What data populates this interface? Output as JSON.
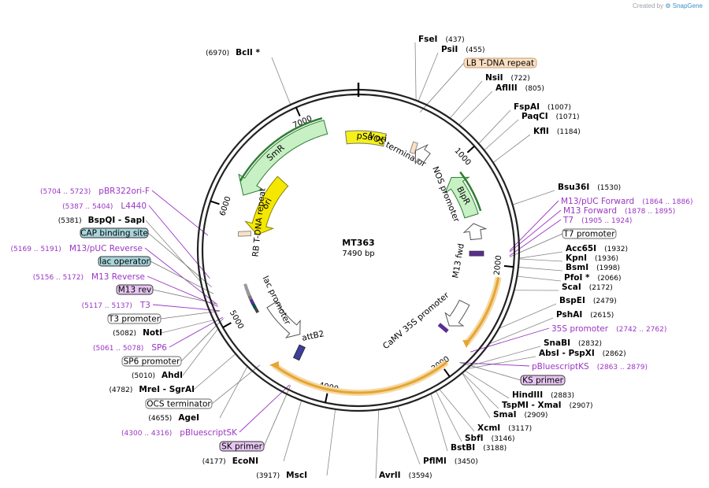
{
  "credit": {
    "prefix": "Created by",
    "brand": "SnapGene"
  },
  "plasmid": {
    "name": "MT363",
    "size": "7490 bp",
    "length": 7490
  },
  "ticks": [
    "1000",
    "2000",
    "3000",
    "4000",
    "5000",
    "6000",
    "7000"
  ],
  "sites": [
    {
      "name": "BclI *",
      "pos": "(6970)"
    },
    {
      "name": "FseI",
      "pos": "(437)"
    },
    {
      "name": "PsiI",
      "pos": "(455)"
    },
    {
      "name": "NsiI",
      "pos": "(722)"
    },
    {
      "name": "AflIII",
      "pos": "(805)"
    },
    {
      "name": "FspAI",
      "pos": "(1007)"
    },
    {
      "name": "PaqCI",
      "pos": "(1071)"
    },
    {
      "name": "KflI",
      "pos": "(1184)"
    },
    {
      "name": "Bsu36I",
      "pos": "(1530)"
    },
    {
      "name": "Acc65I",
      "pos": "(1932)"
    },
    {
      "name": "KpnI",
      "pos": "(1936)"
    },
    {
      "name": "BsmI",
      "pos": "(1998)"
    },
    {
      "name": "PfoI *",
      "pos": "(2066)"
    },
    {
      "name": "ScaI",
      "pos": "(2172)"
    },
    {
      "name": "BspEI",
      "pos": "(2479)"
    },
    {
      "name": "PshAI",
      "pos": "(2615)"
    },
    {
      "name": "SnaBI",
      "pos": "(2832)"
    },
    {
      "name": "AbsI",
      "name2": "PspXI",
      "pos": "(2862)"
    },
    {
      "name": "HindIII",
      "pos": "(2883)"
    },
    {
      "name": "TspMI",
      "name2": "XmaI",
      "pos": "(2907)"
    },
    {
      "name": "SmaI",
      "pos": "(2909)"
    },
    {
      "name": "XcmI",
      "pos": "(3117)"
    },
    {
      "name": "SbfI",
      "pos": "(3146)"
    },
    {
      "name": "BstBI",
      "pos": "(3188)"
    },
    {
      "name": "PflMI",
      "pos": "(3450)"
    },
    {
      "name": "AvrII",
      "pos": "(3594)"
    },
    {
      "name": "MscI",
      "pos": "(3917)"
    },
    {
      "name": "EcoNI",
      "pos": "(4177)"
    },
    {
      "name": "AgeI",
      "pos": "(4655)"
    },
    {
      "name": "MreI",
      "name2": "SgrAI",
      "pos": "(4782)"
    },
    {
      "name": "AhdI",
      "pos": "(5010)"
    },
    {
      "name": "NotI",
      "pos": "(5082)"
    },
    {
      "name": "BspQI",
      "name2": "SapI",
      "pos": "(5381)"
    }
  ],
  "primers": [
    {
      "label": "pBR322ori-F",
      "range": "(5704 .. 5723)"
    },
    {
      "label": "L4440",
      "range": "(5387 .. 5404)"
    },
    {
      "label": "M13/pUC Reverse",
      "range": "(5169 .. 5191)"
    },
    {
      "label": "M13 Reverse",
      "range": "(5156 .. 5172)"
    },
    {
      "label": "T3",
      "range": "(5117 .. 5137)"
    },
    {
      "label": "SP6",
      "range": "(5061 .. 5078)"
    },
    {
      "label": "pBluescriptSK",
      "range": "(4300 .. 4316)"
    },
    {
      "label": "M13/pUC Forward",
      "range": "(1864 .. 1886)"
    },
    {
      "label": "M13 Forward",
      "range": "(1878 .. 1895)"
    },
    {
      "label": "T7",
      "range": "(1905 .. 1924)"
    },
    {
      "label": "35S promoter",
      "range": "(2742 .. 2762)"
    },
    {
      "label": "pBluescriptKS",
      "range": "(2863 .. 2879)"
    }
  ],
  "boxes": [
    {
      "label": "LB T-DNA repeat",
      "style": "peach"
    },
    {
      "label": "CAP binding site",
      "style": "teal"
    },
    {
      "label": "lac operator",
      "style": "teal"
    },
    {
      "label": "M13 rev",
      "style": "violet"
    },
    {
      "label": "T3 promoter",
      "style": "white"
    },
    {
      "label": "SP6 promoter",
      "style": "white"
    },
    {
      "label": "OCS terminator",
      "style": "white"
    },
    {
      "label": "SK primer",
      "style": "violet"
    },
    {
      "label": "T7 promoter",
      "style": "white"
    },
    {
      "label": "KS primer",
      "style": "violet"
    }
  ],
  "features": {
    "psa_ori": "pSa ori",
    "smr": "SmR",
    "ori": "ori",
    "rb": "RB T-DNA repeat",
    "nos_term": "NOS terminator",
    "blpr": "BlpR",
    "nos_prom": "NOS promoter",
    "m13fwd": "M13 fwd",
    "camv": "CaMV 35S promoter",
    "lac": "lac promoter",
    "attb2": "attB2"
  },
  "colors": {
    "site": "#000000",
    "primer": "#9b35c4",
    "backbone": "#222222",
    "smr_fill": "#c7f0c4",
    "psa_fill": "#f5f018",
    "ori_fill": "#f5e800",
    "peach": "#fbe0c4",
    "teal": "#a9d4dc",
    "violet": "#e7c6f2",
    "orange": "#e7a530"
  }
}
